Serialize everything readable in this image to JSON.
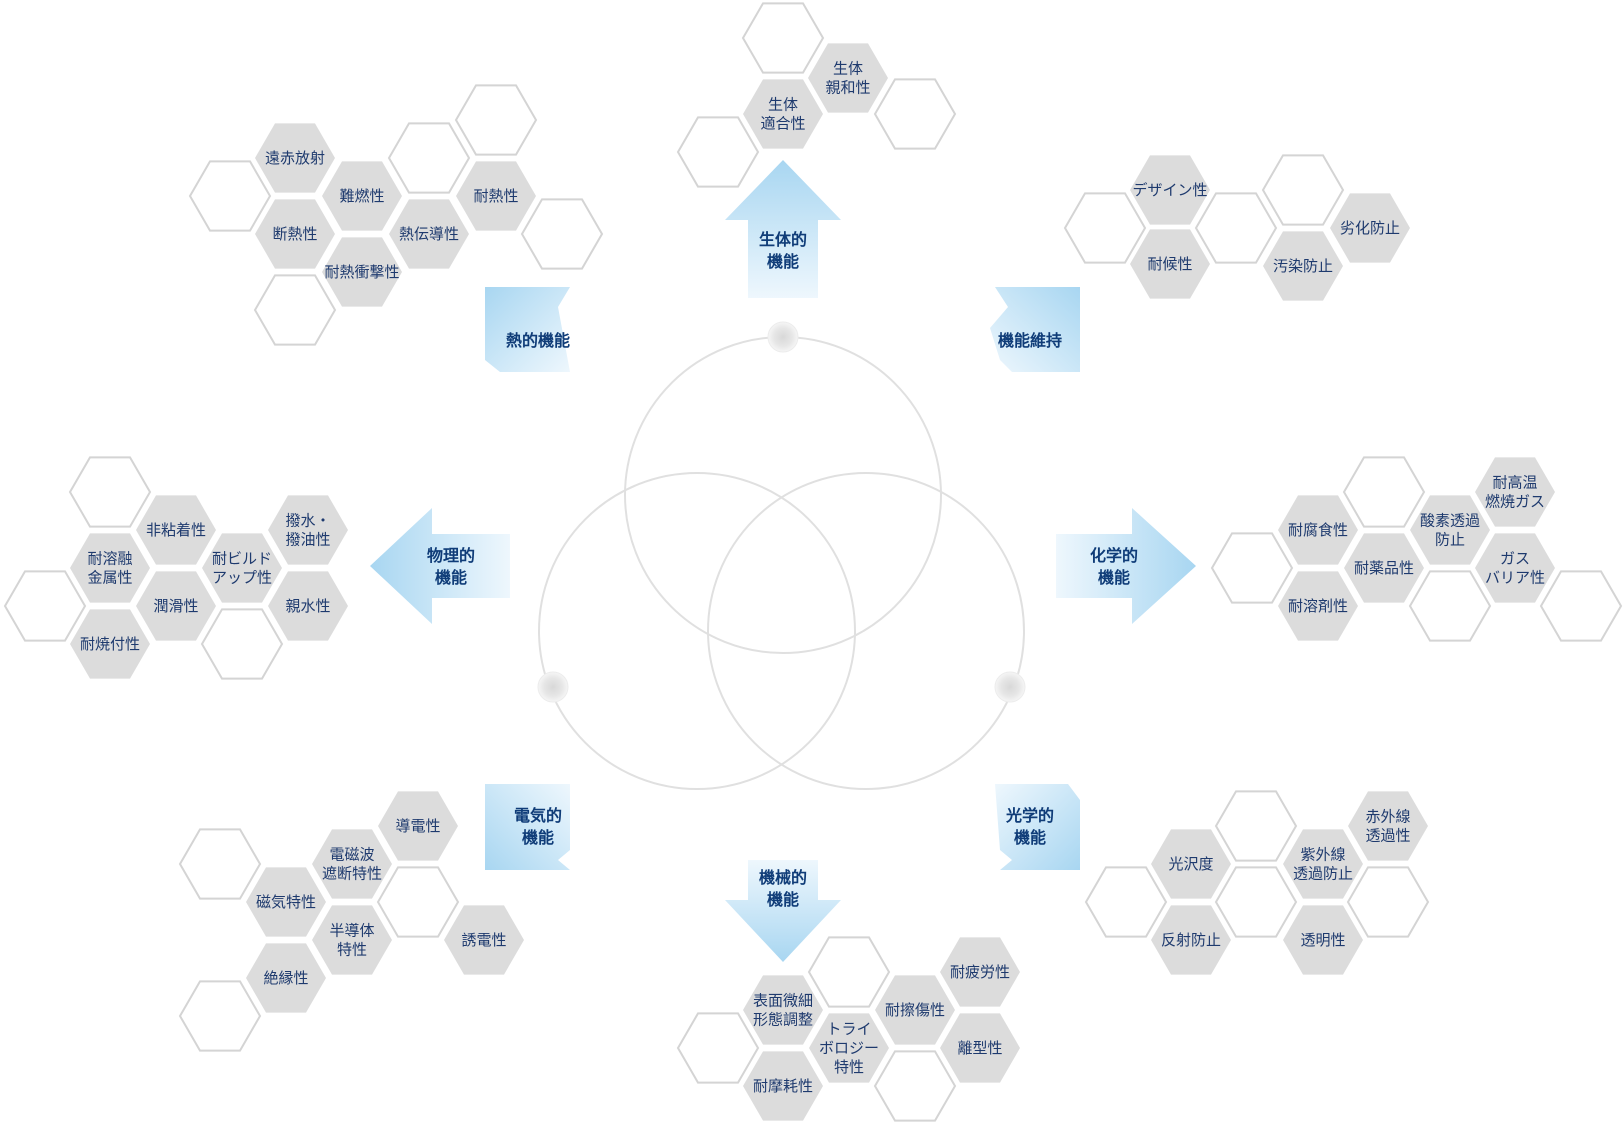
{
  "colors": {
    "hex_fill": "#dcdcdc",
    "hex_outline": "#d4d4d4",
    "hex_text": "#1e3a6e",
    "arrow_light": "#eef7fd",
    "arrow_dark": "#a8d6f1",
    "category_text": "#0f3c78",
    "circle_outline": "#e0e0e0"
  },
  "categories": [
    {
      "id": "bio",
      "label": [
        "生体的",
        "機能"
      ],
      "direction": "up",
      "properties": [
        {
          "id": "bio-1",
          "lines": [
            "生体",
            "親和性"
          ]
        },
        {
          "id": "bio-2",
          "lines": [
            "生体",
            "適合性"
          ]
        }
      ]
    },
    {
      "id": "thermal",
      "label": [
        "熱的機能"
      ],
      "direction": "up-left",
      "properties": [
        {
          "id": "th-1",
          "lines": [
            "遠赤放射"
          ]
        },
        {
          "id": "th-2",
          "lines": [
            "難燃性"
          ]
        },
        {
          "id": "th-3",
          "lines": [
            "断熱性"
          ]
        },
        {
          "id": "th-4",
          "lines": [
            "熱伝導性"
          ]
        },
        {
          "id": "th-5",
          "lines": [
            "耐熱性"
          ]
        },
        {
          "id": "th-6",
          "lines": [
            "耐熱衝撃性"
          ]
        }
      ]
    },
    {
      "id": "maintenance",
      "label": [
        "機能維持"
      ],
      "direction": "up-right",
      "properties": [
        {
          "id": "mt-1",
          "lines": [
            "デザイン性"
          ]
        },
        {
          "id": "mt-2",
          "lines": [
            "耐候性"
          ]
        },
        {
          "id": "mt-3",
          "lines": [
            "劣化防止"
          ]
        },
        {
          "id": "mt-4",
          "lines": [
            "汚染防止"
          ]
        }
      ]
    },
    {
      "id": "physical",
      "label": [
        "物理的",
        "機能"
      ],
      "direction": "left",
      "properties": [
        {
          "id": "ph-1",
          "lines": [
            "非粘着性"
          ]
        },
        {
          "id": "ph-2",
          "lines": [
            "撥水・",
            "撥油性"
          ]
        },
        {
          "id": "ph-3",
          "lines": [
            "耐溶融",
            "金属性"
          ]
        },
        {
          "id": "ph-4",
          "lines": [
            "耐ビルド",
            "アップ性"
          ]
        },
        {
          "id": "ph-5",
          "lines": [
            "潤滑性"
          ]
        },
        {
          "id": "ph-6",
          "lines": [
            "親水性"
          ]
        },
        {
          "id": "ph-7",
          "lines": [
            "耐焼付性"
          ]
        }
      ]
    },
    {
      "id": "chemical",
      "label": [
        "化学的",
        "機能"
      ],
      "direction": "right",
      "properties": [
        {
          "id": "ch-1",
          "lines": [
            "耐高温",
            "燃焼ガス"
          ]
        },
        {
          "id": "ch-2",
          "lines": [
            "酸素透過",
            "防止"
          ]
        },
        {
          "id": "ch-3",
          "lines": [
            "耐腐食性"
          ]
        },
        {
          "id": "ch-4",
          "lines": [
            "耐薬品性"
          ]
        },
        {
          "id": "ch-5",
          "lines": [
            "ガス",
            "バリア性"
          ]
        },
        {
          "id": "ch-6",
          "lines": [
            "耐溶剤性"
          ]
        }
      ]
    },
    {
      "id": "electrical",
      "label": [
        "電気的",
        "機能"
      ],
      "direction": "down-left",
      "properties": [
        {
          "id": "el-1",
          "lines": [
            "導電性"
          ]
        },
        {
          "id": "el-2",
          "lines": [
            "電磁波",
            "遮断特性"
          ]
        },
        {
          "id": "el-3",
          "lines": [
            "磁気特性"
          ]
        },
        {
          "id": "el-4",
          "lines": [
            "半導体",
            "特性"
          ]
        },
        {
          "id": "el-5",
          "lines": [
            "誘電性"
          ]
        },
        {
          "id": "el-6",
          "lines": [
            "絶縁性"
          ]
        }
      ]
    },
    {
      "id": "optical",
      "label": [
        "光学的",
        "機能"
      ],
      "direction": "down-right",
      "properties": [
        {
          "id": "op-1",
          "lines": [
            "赤外線",
            "透過性"
          ]
        },
        {
          "id": "op-2",
          "lines": [
            "光沢度"
          ]
        },
        {
          "id": "op-3",
          "lines": [
            "紫外線",
            "透過防止"
          ]
        },
        {
          "id": "op-4",
          "lines": [
            "反射防止"
          ]
        },
        {
          "id": "op-5",
          "lines": [
            "透明性"
          ]
        }
      ]
    },
    {
      "id": "mechanical",
      "label": [
        "機械的",
        "機能"
      ],
      "direction": "down",
      "properties": [
        {
          "id": "me-1",
          "lines": [
            "耐疲労性"
          ]
        },
        {
          "id": "me-2",
          "lines": [
            "表面微細",
            "形態調整"
          ]
        },
        {
          "id": "me-3",
          "lines": [
            "耐擦傷性"
          ]
        },
        {
          "id": "me-4",
          "lines": [
            "トライ",
            "ボロジー",
            "特性"
          ]
        },
        {
          "id": "me-5",
          "lines": [
            "離型性"
          ]
        },
        {
          "id": "me-6",
          "lines": [
            "耐摩耗性"
          ]
        }
      ]
    }
  ]
}
